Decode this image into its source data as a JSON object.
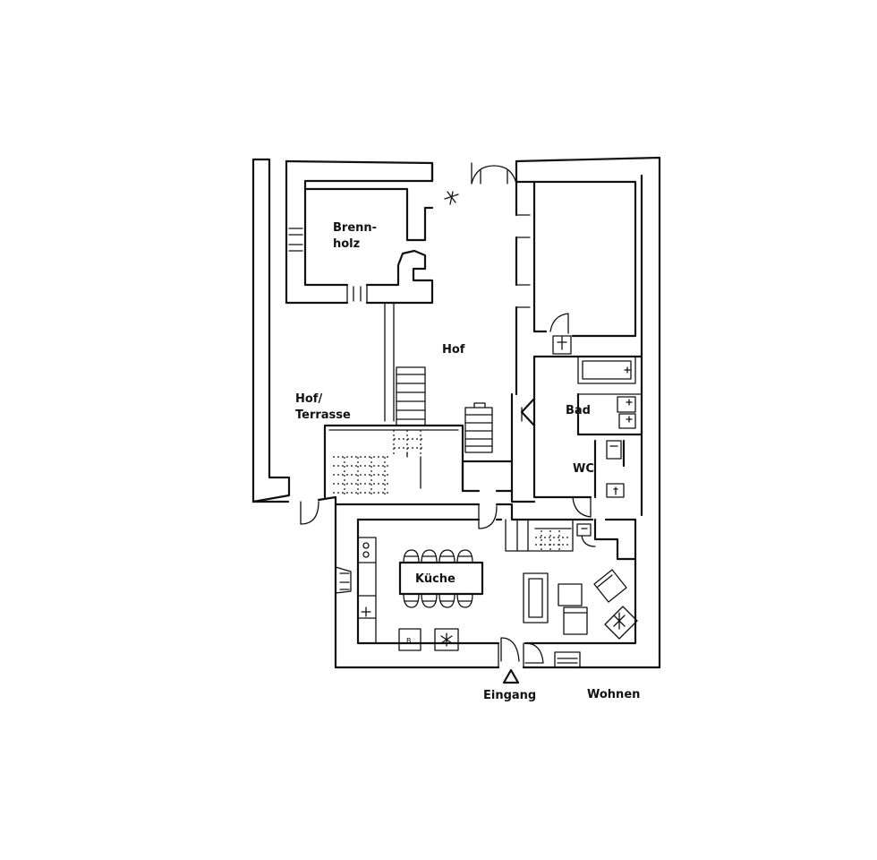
{
  "rooms": {
    "brennholz_line1": "Brenn-",
    "brennholz_line2": "holz",
    "hof": "Hof",
    "hof_terrasse_line1": "Hof/",
    "hof_terrasse_line2": "Terrasse",
    "bad": "Bad",
    "wc": "WC",
    "kueche": "Küche",
    "eingang": "Eingang",
    "wohnen": "Wohnen"
  },
  "fixtures": {
    "oven_mark": "B"
  }
}
